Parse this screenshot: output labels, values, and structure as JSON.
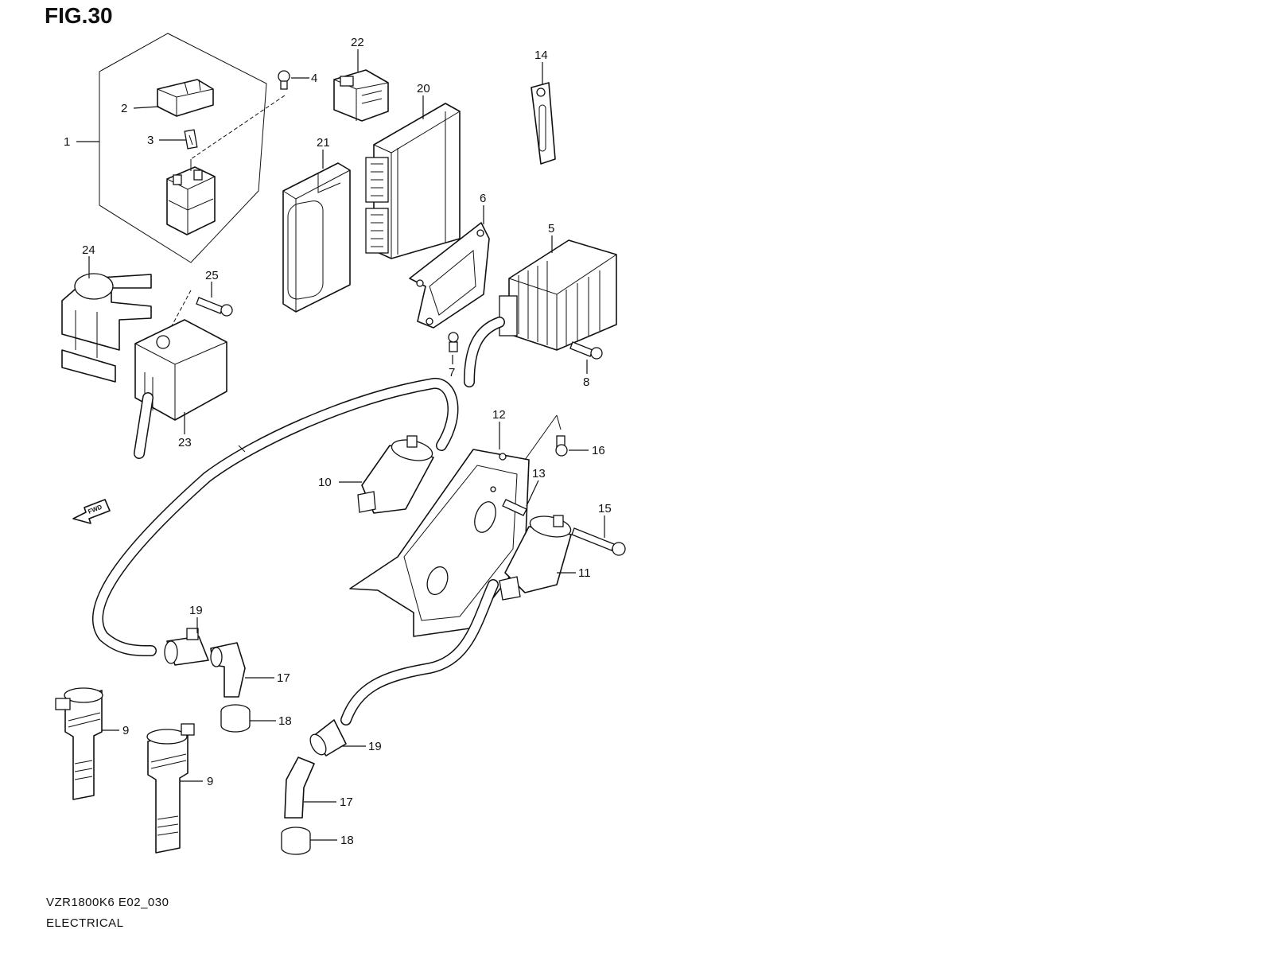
{
  "header": {
    "title": "FIG.30"
  },
  "footer": {
    "model_code": "VZR1800K6 E02_030",
    "section_name": "ELECTRICAL"
  },
  "direction_marker": {
    "label": "FWD",
    "icon": "fwd-arrow-icon"
  },
  "callouts": [
    {
      "id": "1",
      "label": "1"
    },
    {
      "id": "2",
      "label": "2"
    },
    {
      "id": "3",
      "label": "3"
    },
    {
      "id": "4",
      "label": "4"
    },
    {
      "id": "5",
      "label": "5"
    },
    {
      "id": "6",
      "label": "6"
    },
    {
      "id": "7",
      "label": "7"
    },
    {
      "id": "8",
      "label": "8"
    },
    {
      "id": "9a",
      "label": "9"
    },
    {
      "id": "9b",
      "label": "9"
    },
    {
      "id": "10",
      "label": "10"
    },
    {
      "id": "11",
      "label": "11"
    },
    {
      "id": "12",
      "label": "12"
    },
    {
      "id": "13",
      "label": "13"
    },
    {
      "id": "14",
      "label": "14"
    },
    {
      "id": "15",
      "label": "15"
    },
    {
      "id": "16",
      "label": "16"
    },
    {
      "id": "17a",
      "label": "17"
    },
    {
      "id": "17b",
      "label": "17"
    },
    {
      "id": "18a",
      "label": "18"
    },
    {
      "id": "18b",
      "label": "18"
    },
    {
      "id": "19a",
      "label": "19"
    },
    {
      "id": "19b",
      "label": "19"
    },
    {
      "id": "20",
      "label": "20"
    },
    {
      "id": "21",
      "label": "21"
    },
    {
      "id": "22",
      "label": "22"
    },
    {
      "id": "23",
      "label": "23"
    },
    {
      "id": "24",
      "label": "24"
    },
    {
      "id": "25",
      "label": "25"
    }
  ]
}
